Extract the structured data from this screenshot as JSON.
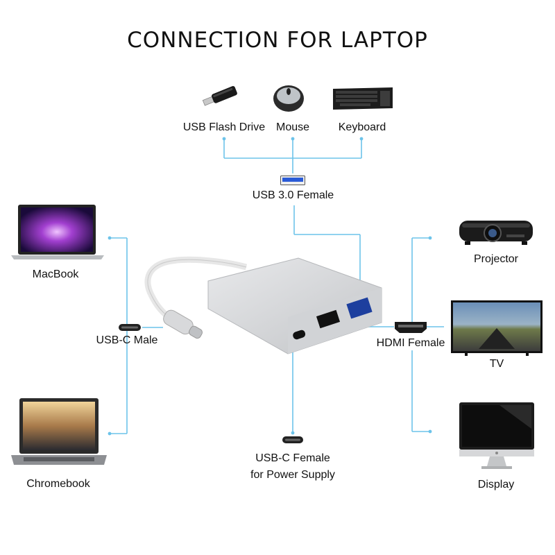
{
  "title": "CONNECTION FOR LAPTOP",
  "peripherals": {
    "usb_flash_drive": "USB Flash Drive",
    "mouse": "Mouse",
    "keyboard": "Keyboard"
  },
  "ports": {
    "usb3_female": "USB 3.0 Female",
    "usbc_male": "USB-C Male",
    "hdmi_female": "HDMI Female",
    "usbc_female_line1": "USB-C Female",
    "usbc_female_line2": "for Power Supply"
  },
  "laptops": {
    "macbook": "MacBook",
    "chromebook": "Chromebook"
  },
  "displays": {
    "projector": "Projector",
    "tv": "TV",
    "display": "Display"
  },
  "colors": {
    "connector_line": "#6cc3ea",
    "text": "#111111"
  }
}
